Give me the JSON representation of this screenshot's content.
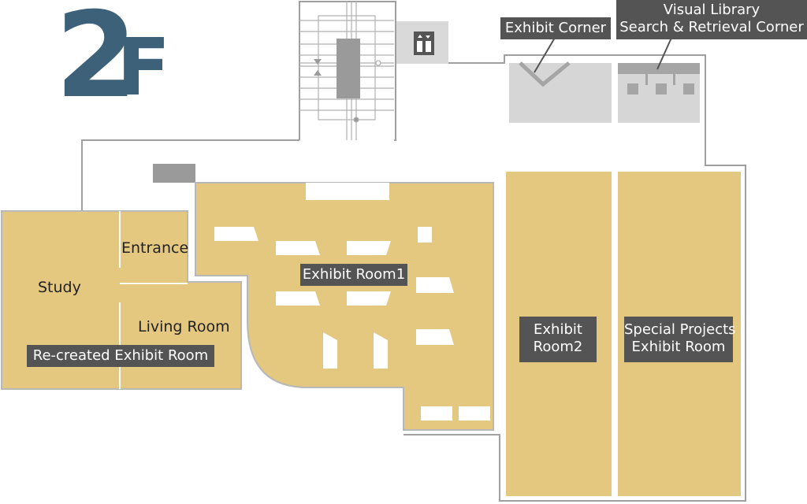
{
  "floor": {
    "number": "2",
    "letter": "F"
  },
  "rooms": {
    "entrance": "Entrance",
    "study": "Study",
    "living_room": "Living Room",
    "recreated_exhibit_room": "Re-created Exhibit Room",
    "exhibit_room1": "Exhibit Room1",
    "exhibit_room2_line1": "Exhibit",
    "exhibit_room2_line2": "Room2",
    "special_projects_line1": "Special Projects",
    "special_projects_line2": "Exhibit Room",
    "exhibit_corner": "Exhibit Corner",
    "visual_library_line1": "Visual Library",
    "visual_library_line2": "Search & Retrieval Corner"
  },
  "icons": {
    "elevator": "elevator-icon"
  },
  "colors": {
    "room_fill": "#e4c880",
    "floor_number": "#3d6178",
    "label_box": "#545454",
    "corner_area": "#d6d6d6",
    "wall": "#9a9a9a"
  }
}
